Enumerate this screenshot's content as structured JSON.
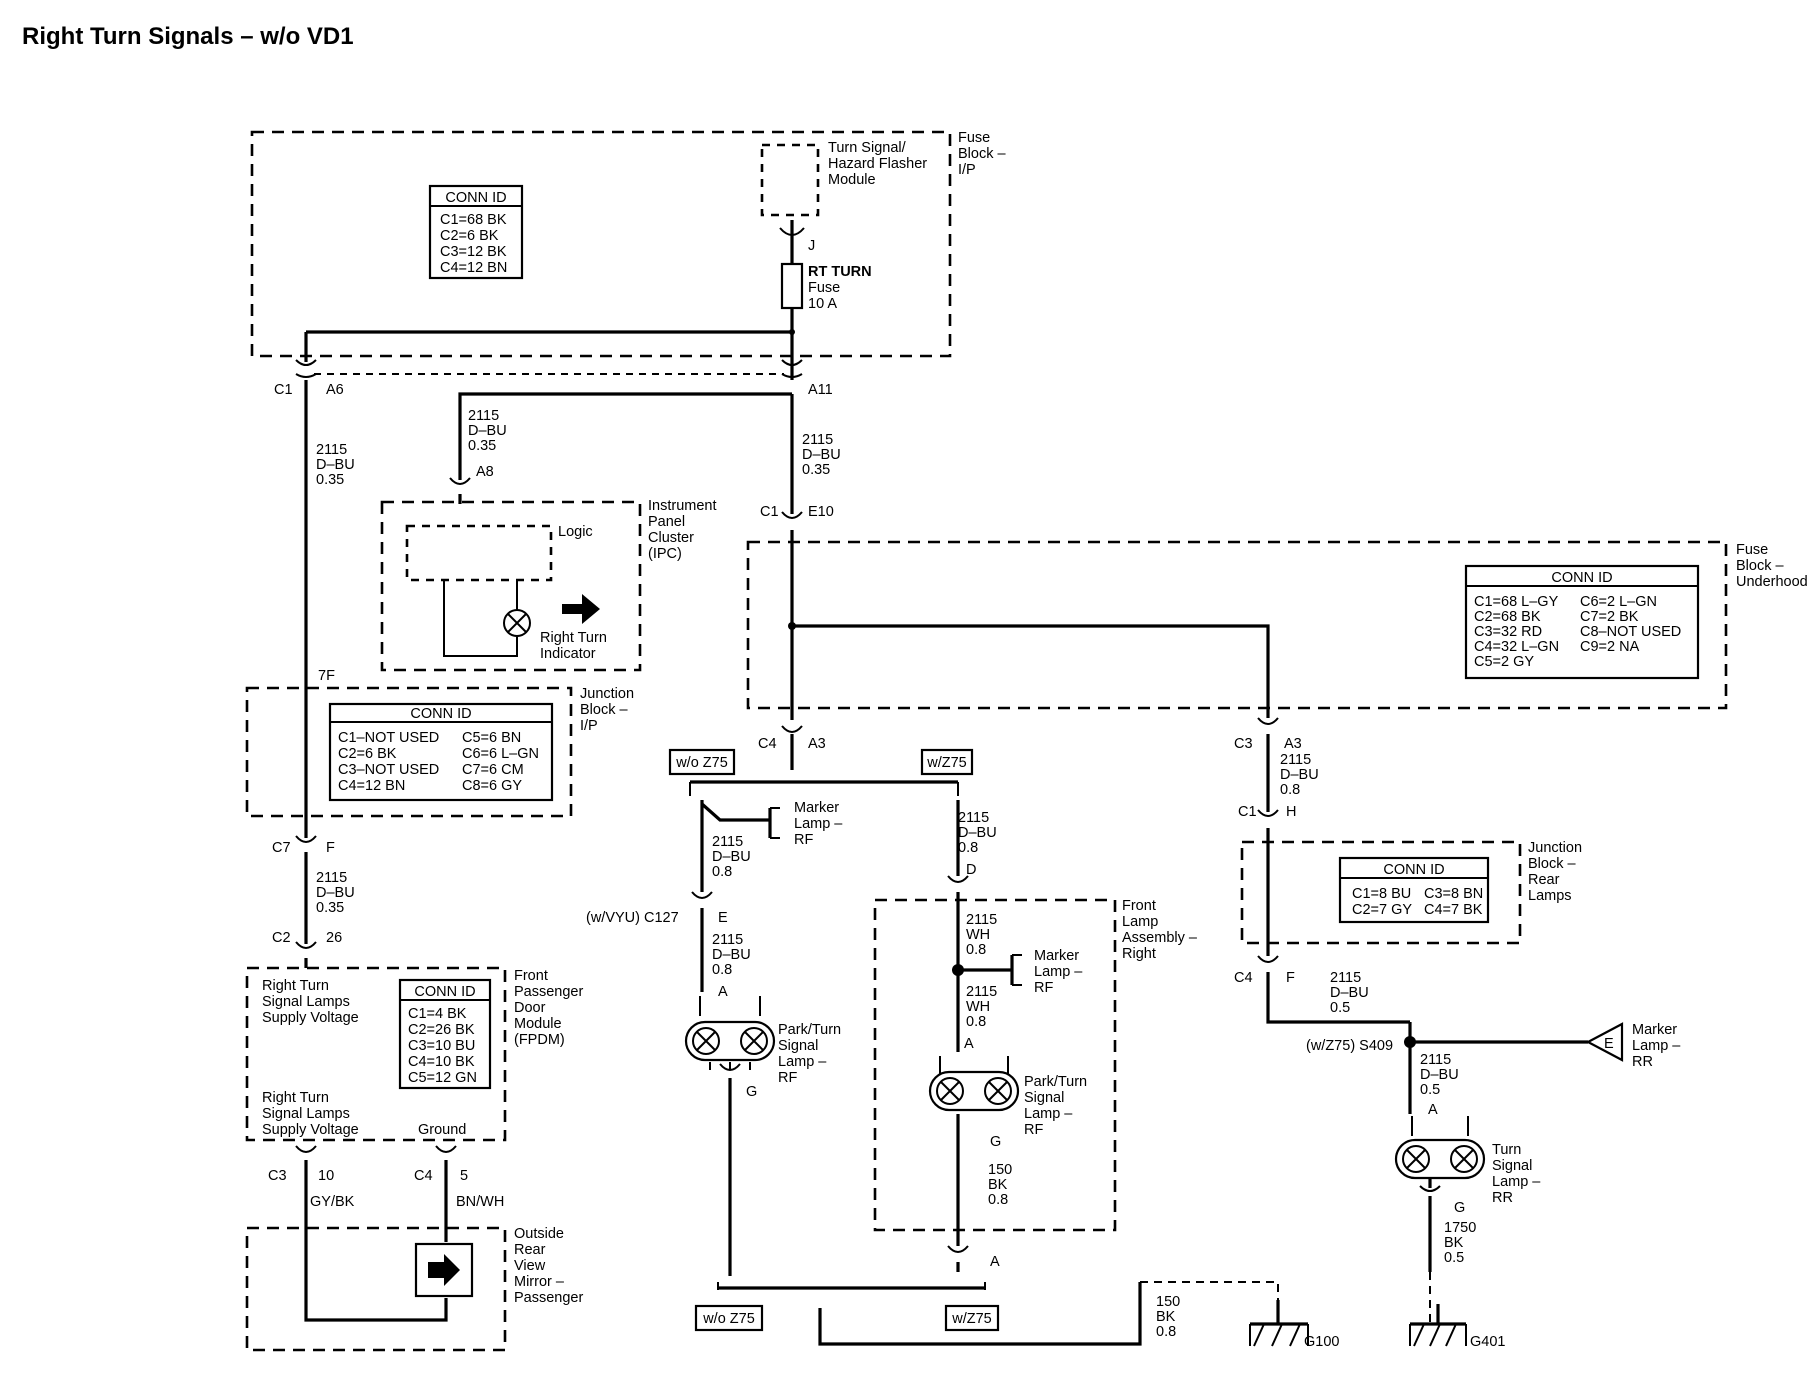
{
  "title": "Right Turn Signals – w/o VD1",
  "components": {
    "fuse_block_ip": [
      "Fuse",
      "Block –",
      "I/P"
    ],
    "flasher_module": [
      "Turn Signal/",
      "Hazard Flasher",
      "Module"
    ],
    "rt_turn_fuse": [
      "RT TURN",
      "Fuse",
      "10 A"
    ],
    "ipc": [
      "Instrument",
      "Panel",
      "Cluster",
      "(IPC)"
    ],
    "logic": "Logic",
    "right_turn_indicator": [
      "Right Turn",
      "Indicator"
    ],
    "junction_block_ip": [
      "Junction",
      "Block –",
      "I/P"
    ],
    "fuse_block_underhood": [
      "Fuse",
      "Block –",
      "Underhood"
    ],
    "fpdm": [
      "Front",
      "Passenger",
      "Door",
      "Module",
      "(FPDM)"
    ],
    "fpdm_inputs": {
      "supply_1": [
        "Right Turn",
        "Signal Lamps",
        "Supply Voltage"
      ],
      "supply_2": [
        "Right Turn",
        "Signal Lamps",
        "Supply Voltage"
      ],
      "ground": "Ground"
    },
    "mirror": [
      "Outside",
      "Rear",
      "View",
      "Mirror –",
      "Passenger"
    ],
    "marker_lamp_rf_1": [
      "Marker",
      "Lamp –",
      "RF"
    ],
    "marker_lamp_rf_2": [
      "Marker",
      "Lamp –",
      "RF"
    ],
    "park_turn_rf_1": [
      "Park/Turn",
      "Signal",
      "Lamp –",
      "RF"
    ],
    "park_turn_rf_2": [
      "Park/Turn",
      "Signal",
      "Lamp –",
      "RF"
    ],
    "front_lamp_assembly": [
      "Front",
      "Lamp",
      "Assembly –",
      "Right"
    ],
    "junction_block_rear": [
      "Junction",
      "Block –",
      "Rear",
      "Lamps"
    ],
    "marker_lamp_rr": [
      "Marker",
      "Lamp –",
      "RR"
    ],
    "turn_lamp_rr": [
      "Turn",
      "Signal",
      "Lamp –",
      "RR"
    ]
  },
  "conn_id_tables": {
    "fuse_block_ip": {
      "header": "CONN ID",
      "rows": [
        "C1=68 BK",
        "C2=6 BK",
        "C3=12 BK",
        "C4=12 BN"
      ]
    },
    "junction_block_ip": {
      "header": "CONN ID",
      "col1": [
        "C1–NOT USED",
        "C2=6 BK",
        "C3–NOT USED",
        "C4=12 BN"
      ],
      "col2": [
        "C5=6 BN",
        "C6=6 L–GN",
        "C7=6 CM",
        "C8=6 GY"
      ]
    },
    "fuse_block_underhood": {
      "header": "CONN ID",
      "col1": [
        "C1=68 L–GY",
        "C2=68 BK",
        "C3=32 RD",
        "C4=32 L–GN",
        "C5=2 GY"
      ],
      "col2": [
        "C6=2 L–GN",
        "C7=2 BK",
        "C8–NOT USED",
        "C9=2 NA"
      ]
    },
    "fpdm": {
      "header": "CONN ID",
      "rows": [
        "C1=4 BK",
        "C2=26 BK",
        "C3=10 BU",
        "C4=10 BK",
        "C5=12 GN"
      ]
    },
    "junction_block_rear": {
      "header": "CONN ID",
      "col1": [
        "C1=8 BU",
        "C2=7 GY"
      ],
      "col2": [
        "C3=8 BN",
        "C4=7 BK"
      ]
    }
  },
  "connectors": {
    "c1_a6": [
      "C1",
      "A6"
    ],
    "a11": "A11",
    "j": "J",
    "a8": "A8",
    "f7": "7F",
    "c7_f": [
      "C7",
      "F"
    ],
    "c2_26": [
      "C2",
      "26"
    ],
    "c1_e10": [
      "C1",
      "E10"
    ],
    "c4_a3": [
      "C4",
      "A3"
    ],
    "c3_a3": [
      "C3",
      "A3"
    ],
    "c1_h": [
      "C1",
      "H"
    ],
    "c4_f": [
      "C4",
      "F"
    ],
    "c127": [
      "(w/VYU) C127",
      "E"
    ],
    "d": "D",
    "a_lamp1": "A",
    "g_lamp1": "G",
    "a_lamp2": "A",
    "g_lamp2": "G",
    "a_ground2": "A",
    "a_rr": "A",
    "g_rr": "G",
    "e_marker_rr": "E",
    "c3_10": [
      "C3",
      "10"
    ],
    "c4_5": [
      "C4",
      "5"
    ],
    "s409": "(w/Z75) S409"
  },
  "wires": {
    "w_ip_a6": [
      "2115",
      "D–BU",
      "0.35"
    ],
    "w_a8": [
      "2115",
      "D–BU",
      "0.35"
    ],
    "w_a11": [
      "2115",
      "D–BU",
      "0.35"
    ],
    "w_c7": [
      "2115",
      "D–BU",
      "0.35"
    ],
    "w_c4_rear": [
      "2115",
      "D–BU",
      "0.8"
    ],
    "w_wz75_d": [
      "2115",
      "D–BU",
      "0.8"
    ],
    "w_woz75_e": [
      "2115",
      "D–BU",
      "0.8"
    ],
    "w_e_lamp": [
      "2115",
      "D–BU",
      "0.8"
    ],
    "w_wh1": [
      "2115",
      "WH",
      "0.8"
    ],
    "w_wh2": [
      "2115",
      "WH",
      "0.8"
    ],
    "w_bk_150": [
      "150",
      "BK",
      "0.8"
    ],
    "w_bk_150_g100": [
      "150",
      "BK",
      "0.8"
    ],
    "w_rr_f": [
      "2115",
      "D–BU",
      "0.5"
    ],
    "w_rr_a": [
      "2115",
      "D–BU",
      "0.5"
    ],
    "w_rr_g": [
      "1750",
      "BK",
      "0.5"
    ],
    "w_mirror_1": "GY/BK",
    "w_mirror_2": "BN/WH"
  },
  "options": {
    "wo_z75_top": "w/o Z75",
    "w_z75_top": "w/Z75",
    "wo_z75_bot": "w/o Z75",
    "w_z75_bot": "w/Z75"
  },
  "grounds": {
    "g100": "G100",
    "g401": "G401"
  }
}
